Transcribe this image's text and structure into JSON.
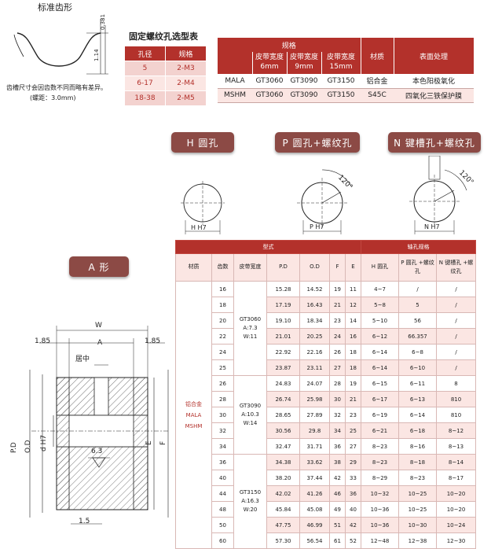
{
  "tooth_profile": {
    "title": "标准齿形",
    "dim_a": "0.381",
    "dim_b": "1.14",
    "note_1": "齿槽尺寸会因齿数不同而略有差异。",
    "note_2": "(螺距：3.0mm)"
  },
  "screw_table": {
    "title": "固定螺纹孔选型表",
    "headers": [
      "孔径",
      "规格"
    ],
    "rows": [
      [
        "5",
        "2-M3"
      ],
      [
        "6-17",
        "2-M4"
      ],
      [
        "18-38",
        "2-M5"
      ]
    ]
  },
  "spec_table": {
    "header_spec": "规格",
    "header_material": "材质",
    "header_surface": "表面处理",
    "band_widths": [
      "皮带宽度 6mm",
      "皮带宽度 9mm",
      "皮带宽度 15mm"
    ],
    "rows": [
      {
        "name": "MALA",
        "models": [
          "GT3060",
          "GT3090",
          "GT3150"
        ],
        "material": "铝合金",
        "surface": "本色阳极氧化"
      },
      {
        "name": "MSHM",
        "models": [
          "GT3060",
          "GT3090",
          "GT3150"
        ],
        "material": "S45C",
        "surface": "四氧化三铁保护膜"
      }
    ]
  },
  "badges": {
    "h": "H 圆孔",
    "p": "P 圆孔+螺纹孔",
    "n": "N 键槽孔+螺纹孔",
    "a": "A 形"
  },
  "bore_labels": {
    "h": "H H7",
    "p": "P H7",
    "n": "N H7",
    "angle_p": "120°",
    "angle_n": "120°"
  },
  "a_drawing": {
    "w": "W",
    "a": "A",
    "left_gap": "1.85",
    "right_gap": "1.85",
    "center": "居中",
    "pd": "P.D",
    "od": "O.D",
    "dh7": "d H7",
    "e": "E",
    "f": "F",
    "chamfer": "6.3",
    "bottom": "1.5"
  },
  "main_table": {
    "group_model": "型式",
    "group_shaft": "轴孔规格",
    "headers": {
      "material": "材质",
      "teeth": "齿数",
      "band": "皮带宽度",
      "pd": "P.D",
      "od": "O.D",
      "f": "F",
      "e": "E",
      "h": "H 圆孔",
      "p": "P 圆孔 +螺纹孔",
      "n": "N 键槽孔 +螺纹孔"
    },
    "material_lines": [
      "铝合金",
      "MALA",
      "MSHM"
    ],
    "bands": [
      {
        "lines": [
          "GT3060",
          "A:7.3",
          "W:11"
        ]
      },
      {
        "lines": [
          "GT3090",
          "A:10.3",
          "W:14"
        ]
      },
      {
        "lines": [
          "GT3150",
          "A:16.3",
          "W:20"
        ]
      }
    ],
    "rows": [
      [
        "16",
        "15.28",
        "14.52",
        "19",
        "11",
        "4~7",
        "/",
        "/"
      ],
      [
        "18",
        "17.19",
        "16.43",
        "21",
        "12",
        "5~8",
        "5",
        "/"
      ],
      [
        "20",
        "19.10",
        "18.34",
        "23",
        "14",
        "5~10",
        "56",
        "/"
      ],
      [
        "22",
        "21.01",
        "20.25",
        "24",
        "16",
        "6~12",
        "66.357",
        "/"
      ],
      [
        "24",
        "22.92",
        "22.16",
        "26",
        "18",
        "6~14",
        "6~8",
        "/"
      ],
      [
        "25",
        "23.87",
        "23.11",
        "27",
        "18",
        "6~14",
        "6~10",
        "/"
      ],
      [
        "26",
        "24.83",
        "24.07",
        "28",
        "19",
        "6~15",
        "6~11",
        "8"
      ],
      [
        "28",
        "26.74",
        "25.98",
        "30",
        "21",
        "6~17",
        "6~13",
        "810"
      ],
      [
        "30",
        "28.65",
        "27.89",
        "32",
        "23",
        "6~19",
        "6~14",
        "810"
      ],
      [
        "32",
        "30.56",
        "29.8",
        "34",
        "25",
        "6~21",
        "6~18",
        "8~12"
      ],
      [
        "34",
        "32.47",
        "31.71",
        "36",
        "27",
        "8~23",
        "8~16",
        "8~13"
      ],
      [
        "36",
        "34.38",
        "33.62",
        "38",
        "29",
        "8~23",
        "8~18",
        "8~14"
      ],
      [
        "40",
        "38.20",
        "37.44",
        "42",
        "33",
        "8~29",
        "8~23",
        "8~17"
      ],
      [
        "44",
        "42.02",
        "41.26",
        "46",
        "36",
        "10~32",
        "10~25",
        "10~20"
      ],
      [
        "48",
        "45.84",
        "45.08",
        "49",
        "40",
        "10~36",
        "10~25",
        "10~20"
      ],
      [
        "50",
        "47.75",
        "46.99",
        "51",
        "42",
        "10~36",
        "10~30",
        "10~24"
      ],
      [
        "60",
        "57.30",
        "56.54",
        "61",
        "52",
        "12~48",
        "12~38",
        "12~30"
      ]
    ]
  }
}
